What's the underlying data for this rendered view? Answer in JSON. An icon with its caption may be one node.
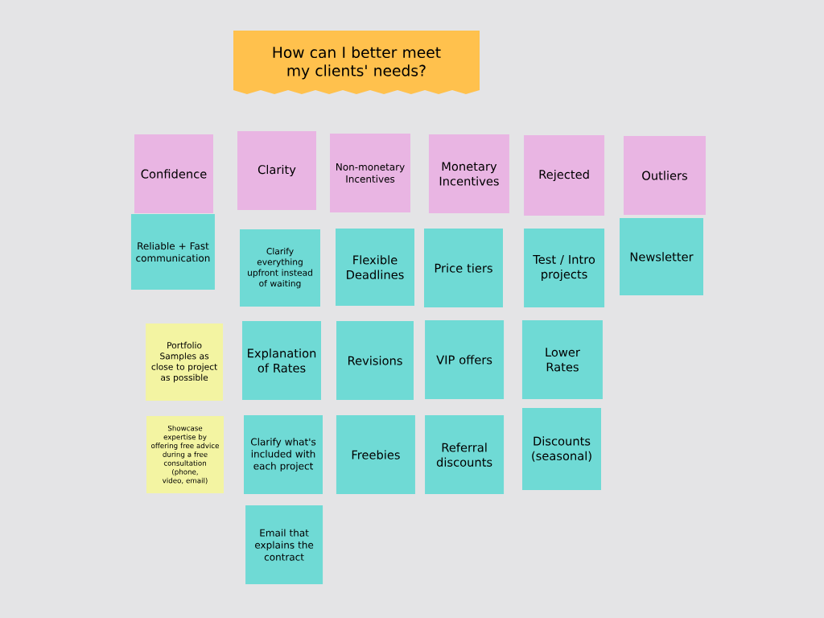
{
  "diagram": {
    "title": "How can I better meet my clients' needs?",
    "nodes": [
      {
        "text": [
          "Confidence"
        ]
      },
      {
        "text": [
          "Clarity"
        ]
      },
      {
        "text": [
          "Non-monetary Incentives"
        ]
      },
      {
        "text": [
          "Monetary Incentives"
        ]
      },
      {
        "text": [
          "Rejected"
        ]
      },
      {
        "text": [
          "Outliers"
        ]
      },
      {
        "text": [
          "Reliable + Fast communication"
        ]
      },
      {
        "text": [
          "Clarify everything upfront instead of waiting"
        ]
      },
      {
        "text": [
          "Flexible Deadlines"
        ]
      },
      {
        "text": [
          "Price tiers"
        ]
      },
      {
        "text": [
          "Test / Intro projects"
        ]
      },
      {
        "text": [
          "Newsletter"
        ]
      },
      {
        "text": [
          "Portfolio Samples as close to project as possible"
        ]
      },
      {
        "text": [
          "Explanation of Rates"
        ]
      },
      {
        "text": [
          "Revisions"
        ]
      },
      {
        "text": [
          "VIP offers"
        ]
      },
      {
        "text": [
          "Lower Rates"
        ]
      },
      {
        "text": [
          "Showcase expertise by offering free advice during a free consultation (phone, video, email)"
        ]
      },
      {
        "text": [
          "Clarify what's included with each project"
        ]
      },
      {
        "text": [
          "Freebies"
        ]
      },
      {
        "text": [
          "Referral discounts"
        ]
      },
      {
        "text": [
          "Discounts (seasonal)"
        ]
      },
      {
        "text": [
          "Email that explains the contract"
        ]
      }
    ]
  }
}
